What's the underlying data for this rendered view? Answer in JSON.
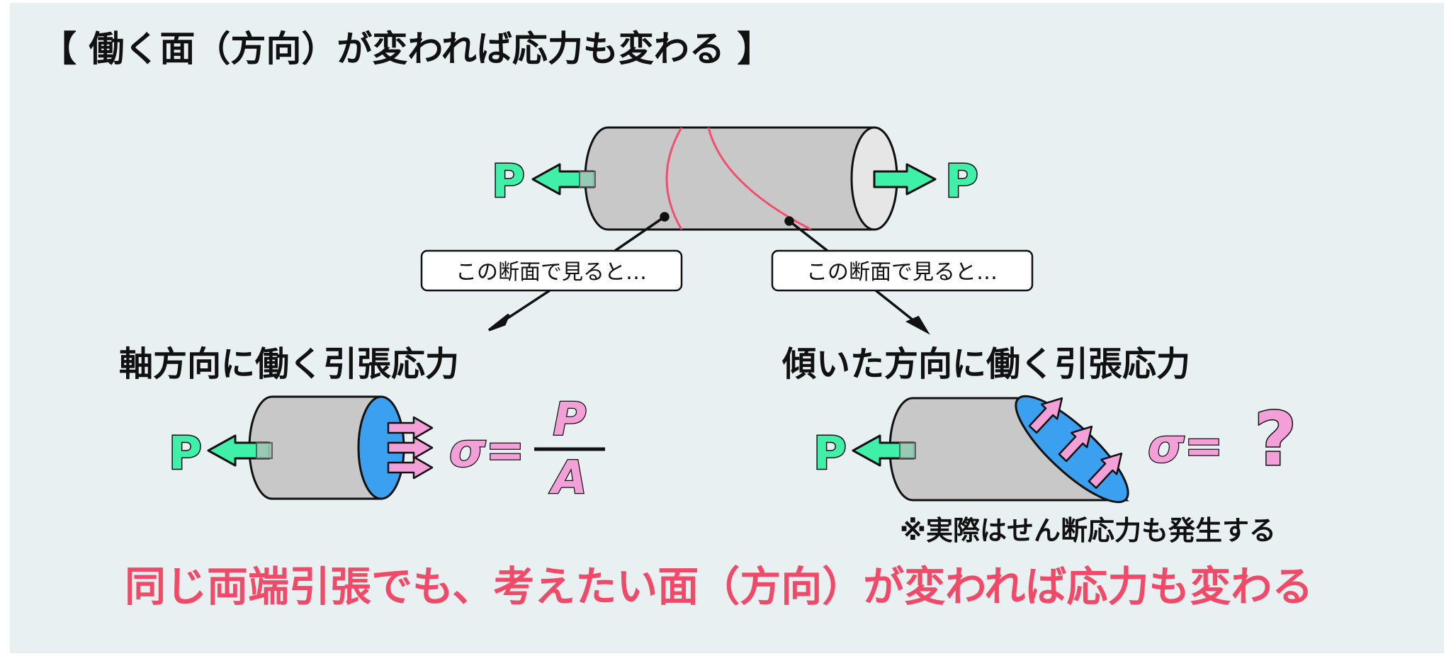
{
  "title": "【 働く面（方向）が変われば応力も変わる 】",
  "force_label": "P",
  "callout_text": "この断面で見ると…",
  "left_case": {
    "heading": "軸方向に働く引張応力",
    "formula_sigma": "σ=",
    "formula_numerator": "P",
    "formula_denominator": "A"
  },
  "right_case": {
    "heading": "傾いた方向に働く引張応力",
    "formula_sigma": "σ=",
    "formula_unknown": "?",
    "note": "※実際はせん断応力も発生する"
  },
  "conclusion": "同じ両端引張でも、考えたい面（方向）が変われば応力も変わる",
  "colors": {
    "background": "#e8f0f2",
    "cylinder_body": "#c8c8c8",
    "cylinder_end": "#e6e6e6",
    "section_face": "#3aa0ef",
    "force_arrow": "#3ef0a8",
    "stress_arrow": "#f3a0d8",
    "cut_line": "#f0506e",
    "conclusion_text": "#f04a68"
  }
}
